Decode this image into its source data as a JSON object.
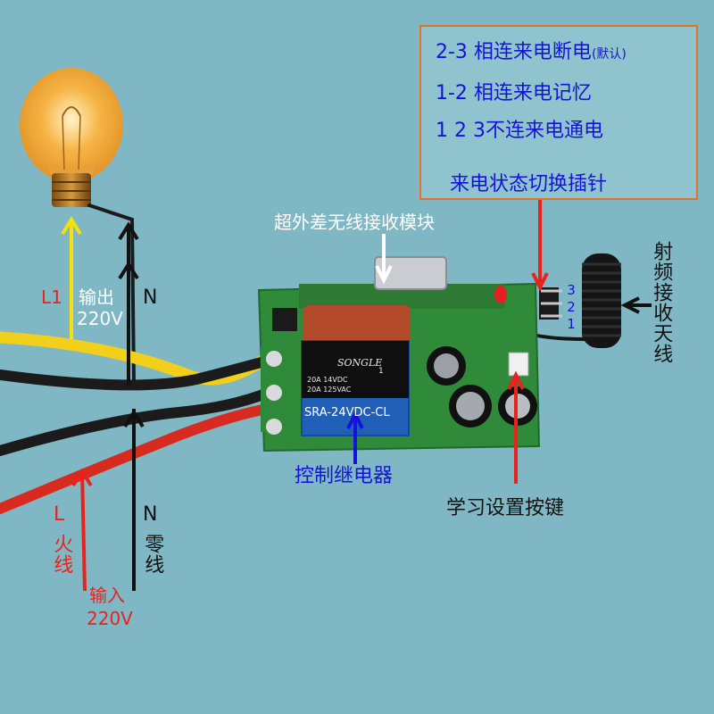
{
  "info_box": {
    "line1_main": "2-3 相连来电断电",
    "line1_small": "(默认)",
    "line2": "1-2 相连来电记忆",
    "line3": "1 2 3不连来电通电",
    "line4": "来电状态切换插针"
  },
  "labels": {
    "module": "超外差无线接收模块",
    "relay_ctrl": "控制继电器",
    "learn_button": "学习设置按键",
    "antenna": "射频接收天线",
    "pins": "321",
    "l1": "L1",
    "output": "输出",
    "output_v": "220V",
    "n_top": "N",
    "n_bottom": "N",
    "neutral": "零线",
    "l": "L",
    "live": "火线",
    "input": "输入",
    "input_v": "220V"
  },
  "relay": {
    "brand": "SONGLE",
    "spec1": "20A 14VDC",
    "spec2": "20A 125VAC",
    "model": "SRA-24VDC-CL",
    "pin": "1"
  },
  "colors": {
    "background": "#7fb8c4",
    "pcb": "#2f8a3a",
    "relay_body": "#2160b8",
    "capacitor": "#b24a2a",
    "wire_yellow": "#f1cf1a",
    "wire_red": "#d92a1f",
    "wire_black": "#1b1b1b",
    "arrow_yellow": "#f6e20a",
    "arrow_red": "#e8231e",
    "arrow_blue": "#1414d8",
    "bulb_glow": "#f6b445"
  }
}
